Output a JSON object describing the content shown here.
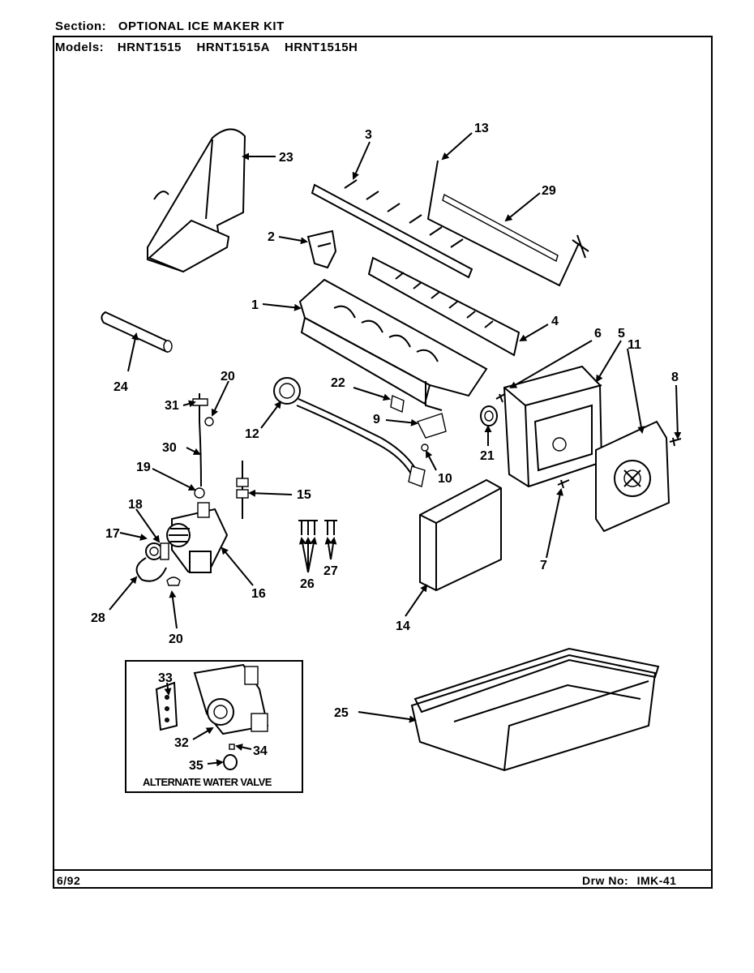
{
  "header": {
    "section_label": "Section:",
    "section_value": "OPTIONAL ICE MAKER KIT",
    "models_label": "Models:",
    "models": [
      "HRNT1515",
      "HRNT1515A",
      "HRNT1515H"
    ]
  },
  "footer": {
    "date": "6/92",
    "drawing_no_label": "Drw No:",
    "drawing_no": "IMK-41"
  },
  "inset_caption": "ALTERNATE WATER VALVE",
  "callouts": {
    "c1": "1",
    "c2": "2",
    "c3": "3",
    "c4": "4",
    "c5": "5",
    "c6": "6",
    "c7": "7",
    "c8": "8",
    "c9": "9",
    "c10": "10",
    "c11": "11",
    "c12": "12",
    "c13": "13",
    "c14": "14",
    "c15": "15",
    "c16": "16",
    "c17": "17",
    "c18": "18",
    "c19": "19",
    "c20a": "20",
    "c20b": "20",
    "c21": "21",
    "c22": "22",
    "c23": "23",
    "c24": "24",
    "c25": "25",
    "c26": "26",
    "c27": "27",
    "c28": "28",
    "c29": "29",
    "c30": "30",
    "c31": "31",
    "c32": "32",
    "c33": "33",
    "c34": "34",
    "c35": "35"
  }
}
